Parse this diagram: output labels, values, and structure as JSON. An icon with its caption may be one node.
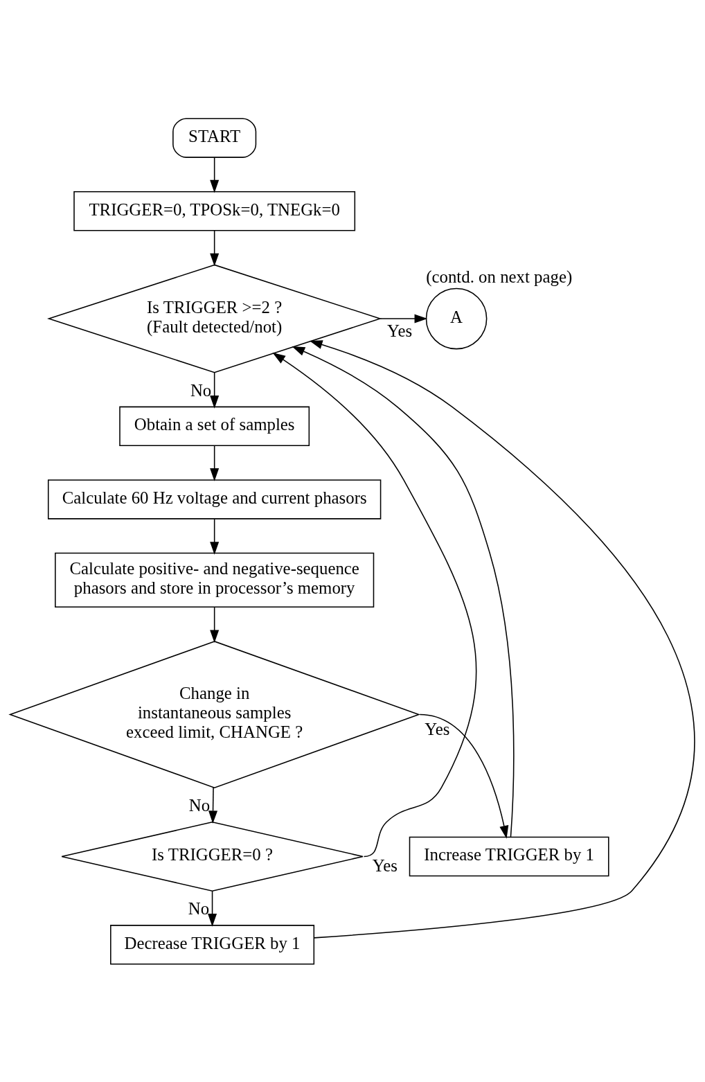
{
  "diagram": {
    "nodes": [
      {
        "text": [
          "START"
        ]
      },
      {
        "text": [
          "TRIGGER=0, TPOSk=0, TNEGk=0"
        ]
      },
      {
        "text": [
          "Is TRIGGER >=2 ?",
          "(Fault detected/not)"
        ]
      },
      {
        "text": [
          "A"
        ],
        "beside": [
          "(contd. on next page)"
        ]
      },
      {
        "text": [
          "Obtain a set of samples"
        ]
      },
      {
        "text": [
          "Calculate 60 Hz voltage and current phasors"
        ]
      },
      {
        "text": [
          "Calculate positive- and negative-sequence phasors and store in processor’s memory"
        ]
      },
      {
        "text": [
          "Change in instantaneous samples exceed limit, CHANGE ?"
        ]
      },
      {
        "text": [
          "Is TRIGGER=0 ?"
        ]
      },
      {
        "text": [
          "Increase TRIGGER by 1"
        ]
      },
      {
        "text": [
          "Decrease TRIGGER by 1"
        ]
      }
    ],
    "edges": [
      {
        "from": 0,
        "to": 1,
        "arrow": "to"
      },
      {
        "from": 1,
        "to": 2,
        "arrow": "to"
      },
      {
        "from": 2,
        "to": 3,
        "arrow": "to",
        "label": "Yes"
      },
      {
        "from": 2,
        "to": 4,
        "arrow": "to",
        "label": "No"
      },
      {
        "from": 4,
        "to": 5,
        "arrow": "to"
      },
      {
        "from": 5,
        "to": 6,
        "arrow": "to"
      },
      {
        "from": 6,
        "to": 7,
        "arrow": "to"
      },
      {
        "from": 7,
        "to": 9,
        "arrow": "to",
        "label": "Yes"
      },
      {
        "from": 7,
        "to": 8,
        "arrow": "to",
        "label": "No"
      },
      {
        "from": 8,
        "to": 2,
        "arrow": "to",
        "label": "Yes"
      },
      {
        "from": 8,
        "to": 10,
        "arrow": "to",
        "label": "No"
      },
      {
        "from": 10,
        "to": 2,
        "arrow": "to"
      },
      {
        "from": 9,
        "to": 2,
        "arrow": "to"
      }
    ]
  }
}
